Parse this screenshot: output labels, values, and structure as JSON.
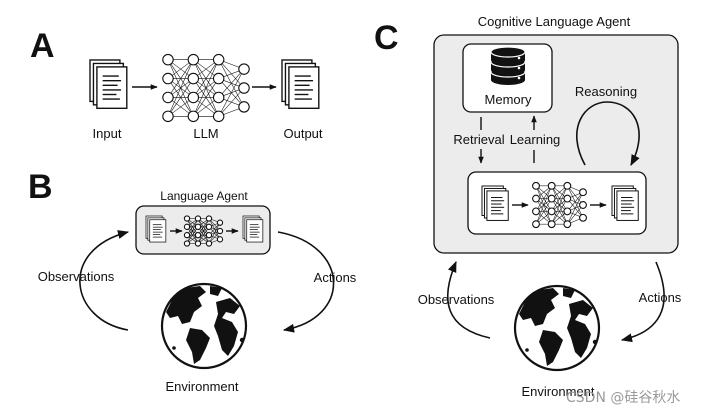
{
  "panels": {
    "a": {
      "letter": "A",
      "input_label": "Input",
      "llm_label": "LLM",
      "output_label": "Output"
    },
    "b": {
      "letter": "B",
      "agent_title": "Language Agent",
      "observations_label": "Observations",
      "actions_label": "Actions",
      "environment_label": "Environment"
    },
    "c": {
      "letter": "C",
      "agent_title": "Cognitive Language Agent",
      "memory_label": "Memory",
      "reasoning_label": "Reasoning",
      "retrieval_label": "Retrieval",
      "learning_label": "Learning",
      "observations_label": "Observations",
      "actions_label": "Actions",
      "environment_label": "Environment"
    }
  },
  "watermark": "CSDN @硅谷秋水",
  "icons": [
    "document-icon",
    "neural-network-icon",
    "database-icon",
    "globe-icon"
  ]
}
